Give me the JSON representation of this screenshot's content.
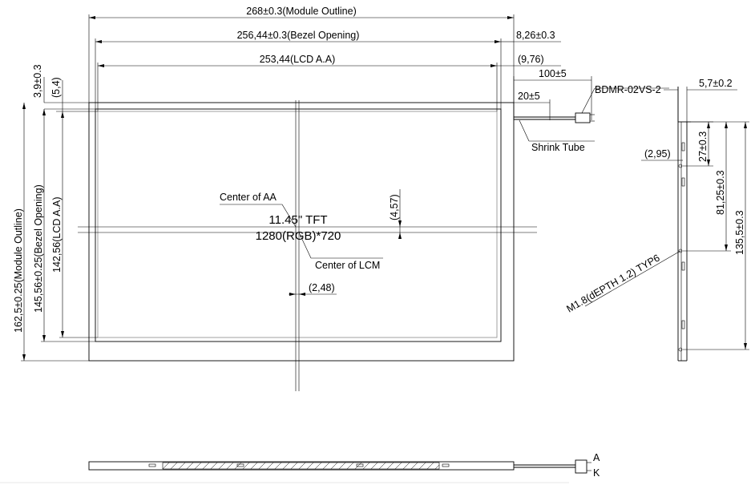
{
  "dimensions": {
    "module_outline_width": "268±0.3(Module Outline)",
    "bezel_opening_width": "256,44±0.3(Bezel Opening)",
    "lcd_aa_width": "253,44(LCD A.A)",
    "right_bezel": "8,26±0.3",
    "right_aa_offset": "(9,76)",
    "cable_100": "100±5",
    "cable_20": "20±5",
    "top_bezel": "3,9±0.3",
    "top_aa_offset": "(5,4)",
    "module_outline_height": "162,5±0.25(Module Outline)",
    "bezel_opening_height": "145,56±0.25(Bezel Opening)",
    "lcd_aa_height": "142,56(LCD A.A)",
    "center_v_offset": "(4,57)",
    "center_h_offset": "(2,48)",
    "side_thickness": "5,7±0.2",
    "side_hole_offset": "(2,95)",
    "side_27": "27±0.3",
    "side_81": "81,25±0.3",
    "side_135": "135,5±0.3"
  },
  "labels": {
    "connector": "BDMR-02VS-2",
    "shrink_tube": "Shrink Tube",
    "center_aa": "Center of AA",
    "center_lcm": "Center of LCM",
    "panel_size": "11.45\" TFT",
    "resolution": "1280(RGB)*720",
    "screw_note": "M1.8(dEPTH 1.2) TYP6",
    "pin_a": "A",
    "pin_k": "K"
  }
}
